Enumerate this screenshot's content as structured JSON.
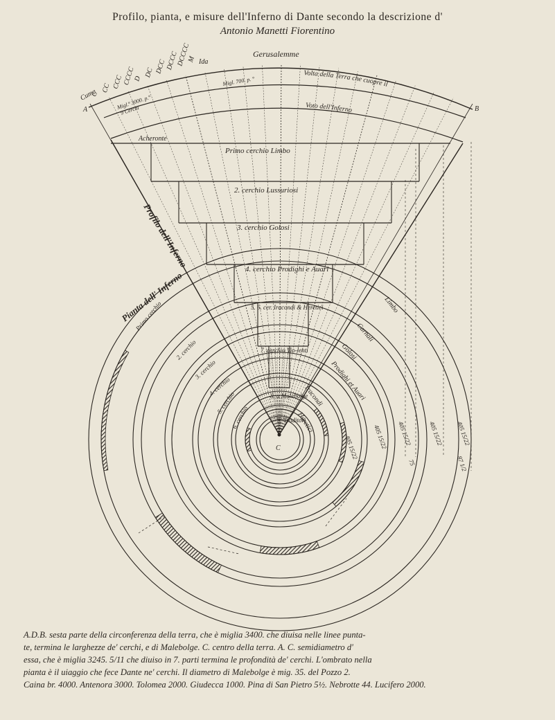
{
  "title": "Profilo, pianta, e misure dell'Inferno di Dante secondo la descrizione d'",
  "subtitle": "Antonio Manetti Fiorentino",
  "top_labels": {
    "jerusalem": "Gerusalemme",
    "point_a": "A",
    "point_b": "B",
    "point_c": "C",
    "cuma": "Cuma",
    "ida": "Ida",
    "outer_arc": "Volta della Terra che cuopre il",
    "inner_arc": "Voto dell'Inferno",
    "acheronte": "Acheronte",
    "profile_label": "Profilo dell'Inferno",
    "plan_label": "Pianta dell' Inferno",
    "roman_numerals": [
      "C",
      "CC",
      "CCC",
      "CCCC",
      "D",
      "DC",
      "DCC",
      "DCCC",
      "DCCCC",
      "M"
    ],
    "miles_1": "Migl.ª 3000. p.°",
    "miles_2": "Migl. 700. p. °",
    "circles_word": "9 Cerchi"
  },
  "profile_circles": [
    "Primo cerchio  Limbo",
    "2. cerchio  Lussuriosi",
    "3. cerchio  Golosi",
    "4. cerchio Prodighi e Auari",
    "5. 6. cer. Iracondi & Heretici",
    "7. cerchio Vio-lenti",
    "8. a Malebolge",
    "9. Traditori"
  ],
  "plan_left_labels": [
    "Primo cerchio",
    "2. cerchio",
    "3. cerchio",
    "4. cerchio",
    "5. cerchio",
    "6. cerchio"
  ],
  "plan_right_labels": [
    "Limbo",
    "Carnali",
    "Golosi",
    "Prodighi et Auari",
    "Iracondi",
    "Heretici"
  ],
  "measures": [
    "405 15/22",
    "405 15/22",
    "405 15/22",
    "405 15/22",
    "405 15/22",
    "87 1/2",
    "75"
  ],
  "caption": [
    "A.D.B. sesta parte della circonferenza della terra, che è miglia 3400. che diuisa nelle linee punta-",
    "te, termina le larghezze de' cerchi, e di Malebolge.  C. centro della terra.  A. C. semidiametro d'",
    "essa, che è miglia 3245. 5/11 che diuiso in 7. parti termina le profondità de' cerchi. L'ombrato nella",
    "pianta è il uiaggio che fece Dante ne' cerchi.  Il diametro di Malebolge è mig. 35.  del Pozzo 2.",
    "Caina br. 4000. Antenora 3000. Tolomea 2000. Giudecca 1000. Pina di San Pietro 5½. Nebrotte 44. Lucifero 2000."
  ]
}
